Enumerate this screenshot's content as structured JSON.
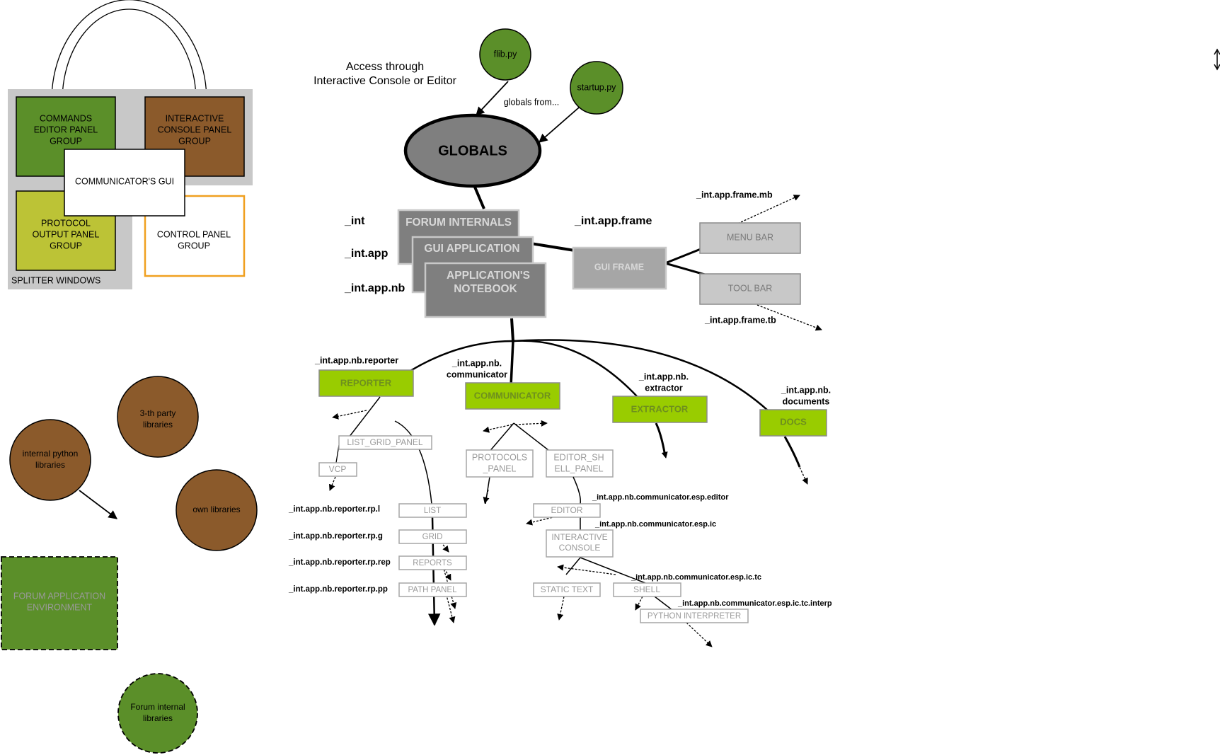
{
  "colors": {
    "green_dark": "#5b8f29",
    "brown": "#8b5a2b",
    "olive": "#bcc336",
    "lime": "#99cc00",
    "gray_dark": "#7f7f7f",
    "gray_mid": "#a6a6a6",
    "gray_light": "#c8c8c8",
    "orange": "#f0a020",
    "splitter_bg": "#c8c8c8"
  },
  "splitter": {
    "commands_l1": "COMMANDS",
    "commands_l2": "EDITOR PANEL",
    "commands_l3": "GROUP",
    "console_l1": "INTERACTIVE",
    "console_l2": "CONSOLE PANEL",
    "console_l3": "GROUP",
    "protocol_l1": "PROTOCOL",
    "protocol_l2": "OUTPUT PANEL",
    "protocol_l3": "GROUP",
    "control_l1": "CONTROL PANEL",
    "control_l2": "GROUP",
    "gui": "COMMUNICATOR'S GUI",
    "caption": "SPLITTER WINDOWS"
  },
  "legend": {
    "third_l1": "3-th party",
    "third_l2": "libraries",
    "python_l1": "internal python",
    "python_l2": "libraries",
    "own": "own libraries",
    "env_l1": "FORUM APPLICATION",
    "env_l2": "ENVIRONMENT",
    "forum_l1": "Forum internal",
    "forum_l2": "libraries"
  },
  "top": {
    "access_l1": "Access through",
    "access_l2": "Interactive Console or Editor",
    "flib": "flib.py",
    "startup": "startup.py",
    "globals_from": "globals from...",
    "globals": "GLOBALS"
  },
  "stack": {
    "forum_internals": "FORUM INTERNALS",
    "gui_application": "GUI APPLICATION",
    "notebook_l1": "APPLICATION'S",
    "notebook_l2": "NOTEBOOK",
    "int": "_int",
    "int_app": "_int.app",
    "int_app_nb": "_int.app.nb",
    "int_app_frame": "_int.app.frame",
    "gui_frame": "GUI FRAME",
    "menu_bar": "MENU BAR",
    "tool_bar": "TOOL BAR",
    "frame_mb": "_int.app.frame.mb",
    "frame_tb": "_int.app.frame.tb"
  },
  "branches": {
    "reporter_label": "_int.app.nb.reporter",
    "reporter": "REPORTER",
    "communicator_label_l1": "_int.app.nb.",
    "communicator_label_l2": "communicator",
    "communicator": "COMMUNICATOR",
    "extractor_label_l1": "_int.app.nb.",
    "extractor_label_l2": "extractor",
    "extractor": "EXTRACTOR",
    "docs_label_l1": "_int.app.nb.",
    "docs_label_l2": "documents",
    "docs": "DOCS"
  },
  "reporter_tree": {
    "list_grid_panel": "LIST_GRID_PANEL",
    "vcp": "VCP",
    "list": "LIST",
    "grid": "GRID",
    "reports": "REPORTS",
    "path_panel": "PATH PANEL",
    "rp_l": "_int.app.nb.reporter.rp.l",
    "rp_g": "_int.app.nb.reporter.rp.g",
    "rp_rep": "_int.app.nb.reporter.rp.rep",
    "rp_pp": "_int.app.nb.reporter.rp.pp"
  },
  "communicator_tree": {
    "protocols_l1": "PROTOCOLS",
    "protocols_l2": "_PANEL",
    "editor_shell_l1": "EDITOR_SH",
    "editor_shell_l2": "ELL_PANEL",
    "editor": "EDITOR",
    "ic_l1": "INTERACTIVE",
    "ic_l2": "CONSOLE",
    "static_text": "STATIC TEXT",
    "shell": "SHELL",
    "python_interpreter": "PYTHON INTERPRETER",
    "esp_editor": "_int.app.nb.communicator.esp.editor",
    "esp_ic": "_int.app.nb.communicator.esp.ic",
    "esp_ic_tc": "_int.app.nb.communicator.esp.ic.tc",
    "esp_ic_tc_interp": "_int.app.nb.communicator.esp.ic.tc.interp"
  },
  "scroll_icon": "resize-vertical-icon"
}
